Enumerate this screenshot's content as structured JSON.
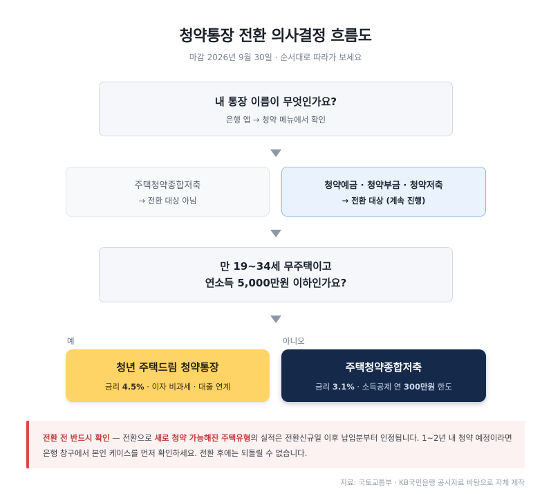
{
  "header": {
    "title": "청약통장 전환 의사결정 흐름도",
    "subtitle": "마감 2026년 9월 30일 · 순서대로 따라가 보세요"
  },
  "step1": {
    "question": "내 통장 이름이 무엇인가요?",
    "hint": "은행 앱 → 청약 메뉴에서 확인"
  },
  "step2": {
    "not_target": {
      "name": "주택청약종합저축",
      "note": "→ 전환 대상 아님"
    },
    "target": {
      "name": "청약예금 · 청약부금 · 청약저축",
      "note": "→ 전환 대상 (계속 진행)"
    }
  },
  "step3": {
    "question_line1": "만 19~34세 무주택이고",
    "question_line2": "연소득 5,000만원 이하인가요?"
  },
  "branches": {
    "yes_label": "예",
    "no_label": "아니오"
  },
  "results": {
    "yes": {
      "title": "청년 주택드림 청약통장",
      "detail_prefix": "금리 ",
      "detail_rate": "4.5%",
      "detail_rest": " · 이자 비과세 · 대출 연계"
    },
    "no": {
      "title": "주택청약종합저축",
      "detail_prefix": "금리 ",
      "detail_rate": "3.1%",
      "detail_mid": " · 소득공제 연 ",
      "detail_amount": "300만원",
      "detail_rest": " 한도"
    }
  },
  "warning": {
    "lead": "전환 전 반드시 확인",
    "text_part1": " — 전환으로 ",
    "emphasis": "새로 청약 가능해진 주택유형",
    "text_part2": "의 실적은 전환신규일 이후 납입분부터 인정됩니다. 1~2년 내 청약 예정이라면 은행 창구에서 본인 케이스를 먼저 확인하세요. 전환 후에는 되돌릴 수 없습니다."
  },
  "source": "자료: 국토교통부 · KB국민은행 공시자료 바탕으로 자체 제작",
  "colors": {
    "yes_result": "#ffd466",
    "no_result": "#152a4b",
    "target_box_border": "#8dbde8",
    "warning_accent": "#d8474b"
  },
  "icons": {
    "flow_arrow": "down-triangle"
  }
}
